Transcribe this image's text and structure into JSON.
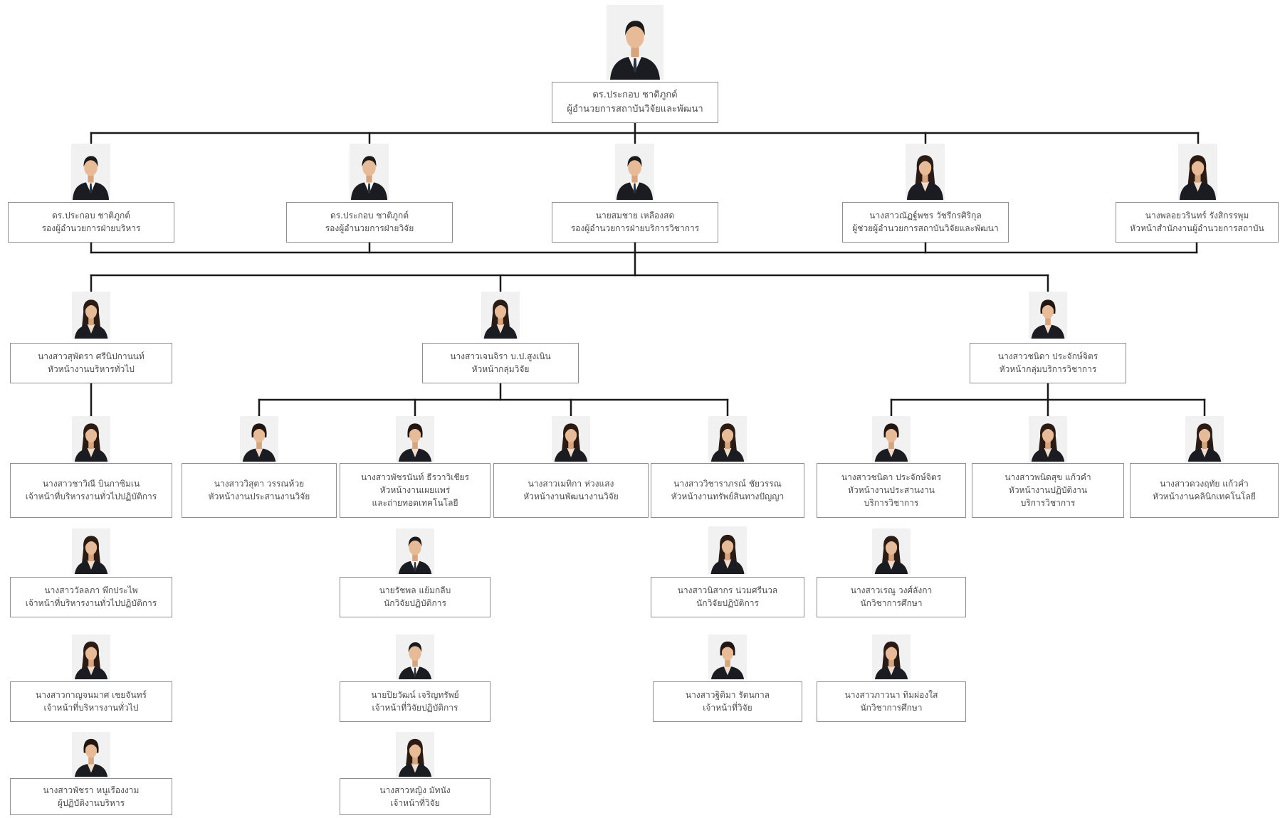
{
  "director": {
    "name": "ดร.ประกอบ ชาติภูกต์",
    "title": [
      "ผู้อำนวยการสถาบันวิจัยและพัฒนา"
    ]
  },
  "deputies": [
    {
      "name": "ดร.ประกอบ ชาติภูกต์",
      "title": [
        "รองผู้อำนวยการฝ่ายบริหาร"
      ]
    },
    {
      "name": "ดร.ประกอบ ชาติภูกต์",
      "title": [
        "รองผู้อำนวยการฝ่ายวิจัย"
      ]
    },
    {
      "name": "นายสมชาย เหลืองสด",
      "title": [
        "รองผู้อำนวยการฝ่ายบริการวิชาการ"
      ]
    },
    {
      "name": "นางสาวณัฏฐ์พชร วัชรีกรศิริกุล",
      "title": [
        "ผู้ช่วยผู้อำนวยการสถาบันวิจัยและพัฒนา"
      ]
    },
    {
      "name": "นางพลอยวรินทร์ รังสิกรรพุม",
      "title": [
        "หัวหน้าสำนักงานผู้อำนวยการสถาบัน"
      ]
    }
  ],
  "general_admin": {
    "head": {
      "name": "นางสาวสุพัตรา ศรีนิปกานนท์",
      "title": [
        "หัวหน้างานบริหารทั่วไป"
      ]
    },
    "staff": [
      {
        "name": "นางสาวชาวิณี บินกาซิมเน",
        "title": [
          "เจ้าหน้าที่บริหารงานทั่วไปปฏิบัติการ"
        ]
      },
      {
        "name": "นางสาววัลลภา พึกประไพ",
        "title": [
          "เจ้าหน้าที่บริหารงานทั่วไปปฏิบัติการ"
        ]
      },
      {
        "name": "นางสาวกาญจนมาศ เชยจันทร์",
        "title": [
          "เจ้าหน้าที่บริหารงานทั่วไป"
        ]
      },
      {
        "name": "นางสาวพัชรา หนูเรืองงาม",
        "title": [
          "ผู้ปฏิบัติงานบริหาร"
        ]
      }
    ]
  },
  "research": {
    "head": {
      "name": "นางสาวเจนจิรา บ.ป.สูงเนิน",
      "title": [
        "หัวหน้ากลุ่มวิจัย"
      ]
    },
    "units": [
      {
        "head": {
          "name": "นางสาววิสุตา วรรณห้วย",
          "title": [
            "หัวหน้างานประสานงานวิจัย"
          ]
        },
        "staff": []
      },
      {
        "head": {
          "name": "นางสาวพัชรนันท์ ธีรวาวิเชียร",
          "title": [
            "หัวหน้างานเผยแพร่",
            "และถ่ายทอดเทคโนโลยี"
          ]
        },
        "staff": [
          {
            "name": "นายรัชพล แย้มกลีบ",
            "title": [
              "นักวิจัยปฏิบัติการ"
            ]
          },
          {
            "name": "นายปิยวัฒน์ เจริญทรัพย์",
            "title": [
              "เจ้าหน้าที่วิจัยปฏิบัติการ"
            ]
          },
          {
            "name": "นางสาวหญิง มัทนัง",
            "title": [
              "เจ้าหน้าที่วิจัย"
            ]
          }
        ]
      },
      {
        "head": {
          "name": "นางสาวเมทิกา ห่วงแสง",
          "title": [
            "หัวหน้างานพัฒนางานวิจัย"
          ]
        },
        "staff": []
      },
      {
        "head": {
          "name": "นางสาววิชาราภรณ์ ชัยวรรณ",
          "title": [
            "หัวหน้างานทรัพย์สินทางปัญญา"
          ]
        },
        "staff": [
          {
            "name": "นางสาวนิสากร น่วมศรีนวล",
            "title": [
              "นักวิจัยปฏิบัติการ"
            ]
          },
          {
            "name": "นางสาวฐิติมา รัตนกาล",
            "title": [
              "เจ้าหน้าที่วิจัย"
            ]
          }
        ]
      }
    ]
  },
  "academic_services": {
    "head": {
      "name": "นางสาวชนิดา ประจักษ์จิตร",
      "title": [
        "หัวหน้ากลุ่มบริการวิชาการ"
      ]
    },
    "units": [
      {
        "head": {
          "name": "นางสาวชนิดา ประจักษ์จิตร",
          "title": [
            "หัวหน้างานประสานงาน",
            "บริการวิชาการ"
          ]
        },
        "staff": [
          {
            "name": "นางสาวเรณู วงศ์ลังกา",
            "title": [
              "นักวิชาการศึกษา"
            ]
          },
          {
            "name": "นางสาวภาวนา ทิมผ่องใส",
            "title": [
              "นักวิชาการศึกษา"
            ]
          }
        ]
      },
      {
        "head": {
          "name": "นางสาวพนิดสุข แก้วคำ",
          "title": [
            "หัวหน้างานปฏิบัติงาน",
            "บริการวิชาการ"
          ]
        },
        "staff": []
      },
      {
        "head": {
          "name": "นางสาวดวงฤทัย แก้วคำ",
          "title": [
            "หัวหน้างานคลินิกเทคโนโลยี"
          ]
        },
        "staff": []
      }
    ]
  }
}
